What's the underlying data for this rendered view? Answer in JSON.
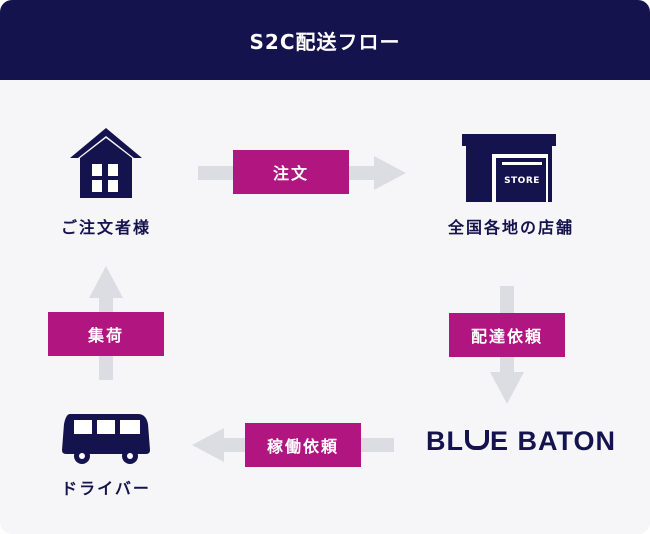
{
  "title": "S2C配送フロー",
  "nodes": {
    "customer": "ご注文者様",
    "stores": "全国各地の店舗",
    "driver": "ドライバー"
  },
  "store_sign": "STORE",
  "brand": {
    "part1": "BL",
    "part2": "E BATON"
  },
  "steps": {
    "order": "注文",
    "delivery_request": "配達依頼",
    "operation_request": "稼働依頼",
    "pickup": "集荷"
  },
  "colors": {
    "navy": "#15134d",
    "magenta": "#b1157f",
    "arrow": "#dcdde3",
    "background": "#f6f6f8"
  }
}
